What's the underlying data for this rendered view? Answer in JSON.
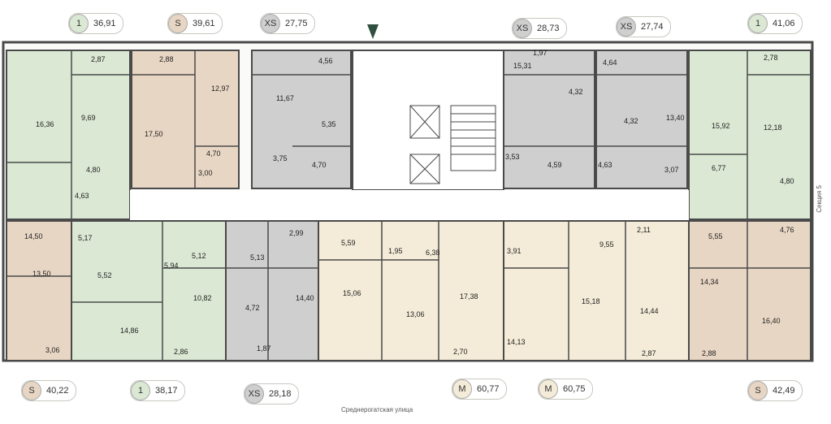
{
  "colors": {
    "t1": "#dbe8d4",
    "s": "#e8d6c4",
    "xs": "#cfcfcf",
    "m": "#f4ebd8",
    "wall": "#4a4a4a",
    "corridor": "#ffffff"
  },
  "badges": {
    "top": [
      {
        "type": "1",
        "area": "36,91"
      },
      {
        "type": "S",
        "area": "39,61"
      },
      {
        "type": "XS",
        "area": "27,75"
      },
      {
        "type": "XS",
        "area": "28,73"
      },
      {
        "type": "XS",
        "area": "27,74"
      },
      {
        "type": "1",
        "area": "41,06"
      }
    ],
    "bottom": [
      {
        "type": "S",
        "area": "40,22"
      },
      {
        "type": "1",
        "area": "38,17"
      },
      {
        "type": "XS",
        "area": "28,18"
      },
      {
        "type": "M",
        "area": "60,77"
      },
      {
        "type": "M",
        "area": "60,75"
      },
      {
        "type": "S",
        "area": "42,49"
      }
    ]
  },
  "rooms": [
    "2,87",
    "2,88",
    "4,56",
    "1,97",
    "4,64",
    "2,78",
    "16,36",
    "9,69",
    "17,50",
    "12,97",
    "11,67",
    "5,35",
    "15,31",
    "4,32",
    "4,32",
    "13,40",
    "15,92",
    "12,18",
    "4,80",
    "4,70",
    "3,75",
    "4,70",
    "3,53",
    "4,59",
    "4,63",
    "3,07",
    "6,77",
    "4,80",
    "3,00",
    "4,63",
    "14,50",
    "5,17",
    "5,52",
    "5,94",
    "5,12",
    "5,13",
    "2,99",
    "5,59",
    "1,95",
    "6,38",
    "3,91",
    "9,55",
    "2,11",
    "5,55",
    "4,76",
    "13,50",
    "10,82",
    "4,72",
    "14,40",
    "15,06",
    "13,06",
    "17,38",
    "15,18",
    "14,44",
    "14,34",
    "16,40",
    "14,86",
    "14,13",
    "3,06",
    "2,86",
    "1,87",
    "2,70",
    "2,87",
    "2,88"
  ],
  "footer": {
    "street": "Среднерогатская улица",
    "section": "Секция 5"
  }
}
